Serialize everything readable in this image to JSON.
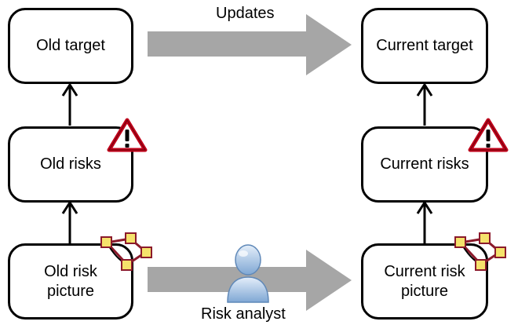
{
  "boxes": {
    "old_target": "Old target",
    "current_target": "Current target",
    "old_risks": "Old risks",
    "current_risks": "Current risks",
    "old_risk_picture": "Old risk\npicture",
    "current_risk_picture": "Current risk\npicture"
  },
  "labels": {
    "updates": "Updates",
    "risk_analyst": "Risk analyst"
  },
  "colors": {
    "fat_arrow": "#a6a6a6",
    "warning_red": "#c0001a",
    "network_node": "#f5e26b",
    "network_border": "#8b1a2b",
    "person": "#b9d2ec"
  },
  "icons": [
    "warning-icon",
    "risk-network-icon",
    "person-icon"
  ]
}
